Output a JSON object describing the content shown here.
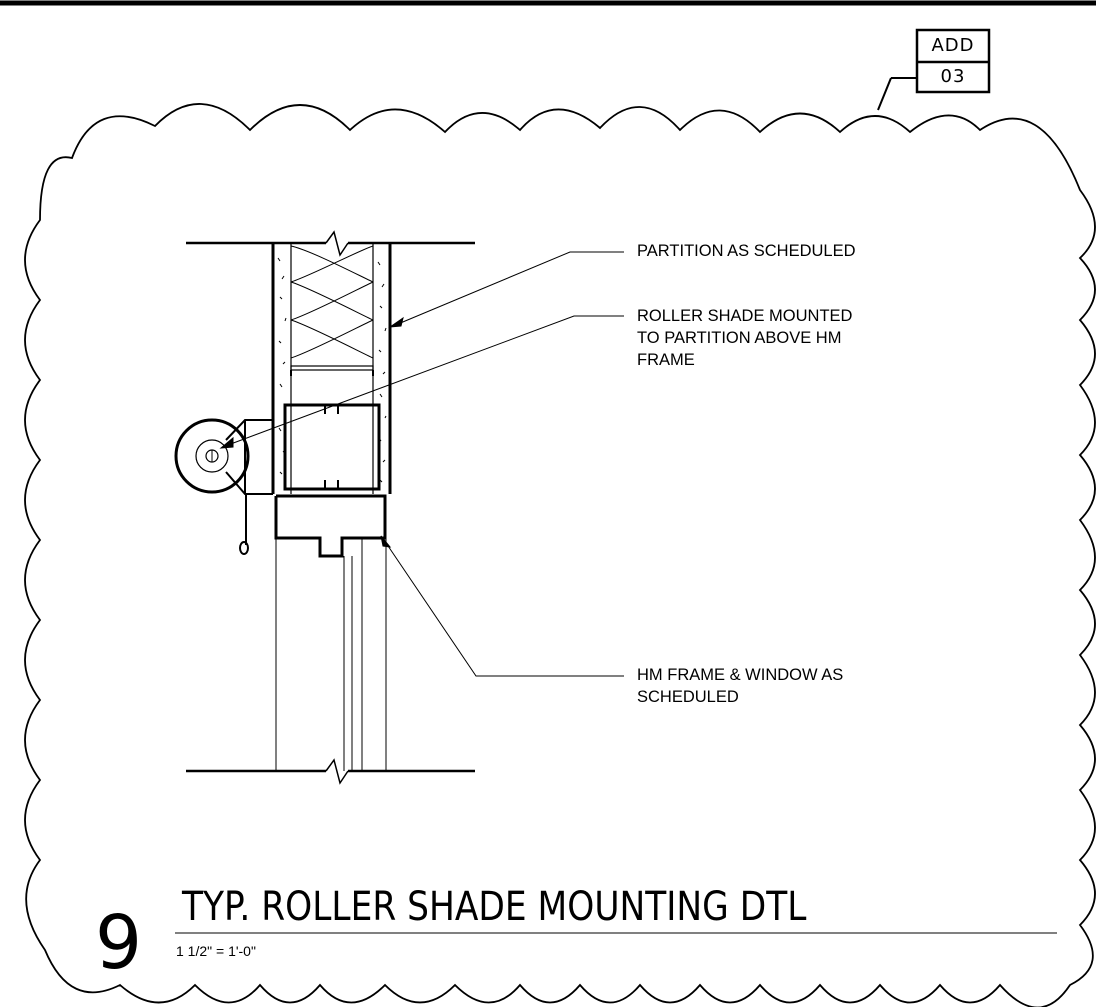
{
  "revision": {
    "top": "ADD",
    "bottom": "03"
  },
  "notes": {
    "partition": [
      "PARTITION AS SCHEDULED"
    ],
    "roller_shade": [
      "ROLLER SHADE MOUNTED",
      "TO PARTITION ABOVE HM",
      "FRAME"
    ],
    "hm_frame": [
      "HM FRAME & WINDOW AS",
      "SCHEDULED"
    ]
  },
  "title_block": {
    "detail_number": "9",
    "title": "TYP. ROLLER SHADE MOUNTING DTL",
    "scale": "1 1/2\" = 1'-0\""
  }
}
